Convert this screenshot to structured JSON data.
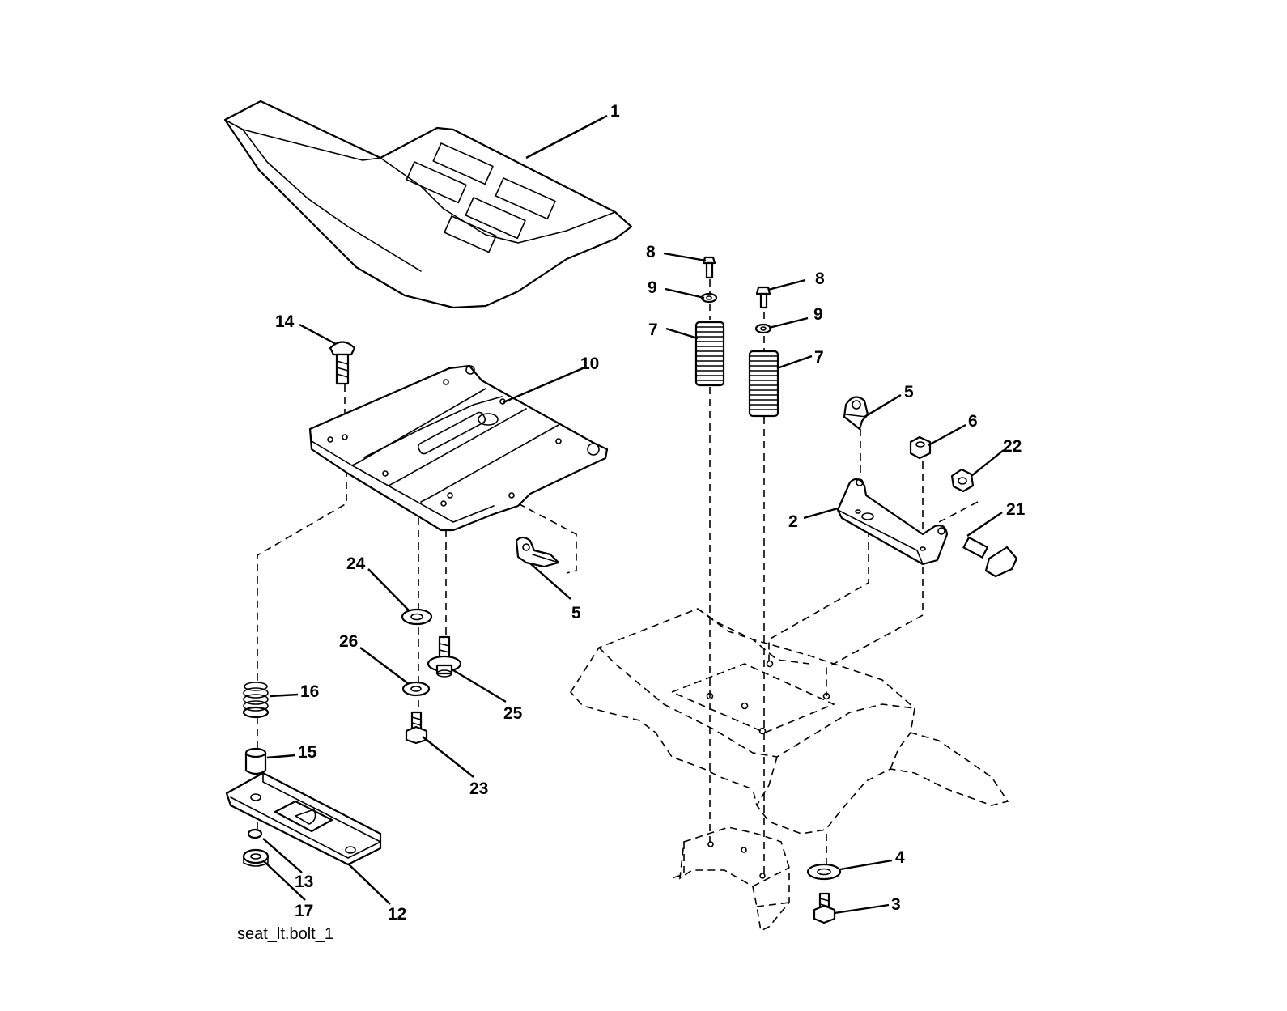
{
  "caption": "seat_lt.bolt_1",
  "callouts": {
    "c1": "1",
    "c2": "2",
    "c3": "3",
    "c4": "4",
    "c5a": "5",
    "c5b": "5",
    "c6": "6",
    "c7a": "7",
    "c7b": "7",
    "c8a": "8",
    "c8b": "8",
    "c9a": "9",
    "c9b": "9",
    "c10": "10",
    "c12": "12",
    "c13": "13",
    "c14": "14",
    "c15": "15",
    "c16": "16",
    "c17": "17",
    "c21": "21",
    "c22": "22",
    "c23": "23",
    "c24": "24",
    "c25": "25",
    "c26": "26"
  }
}
